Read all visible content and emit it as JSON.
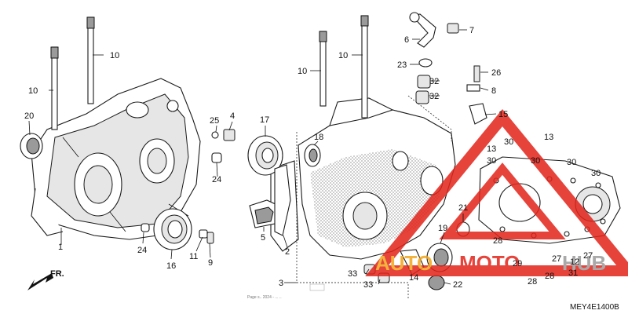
{
  "diagram": {
    "part_code": "MEY4E1400B",
    "direction_label": "FR.",
    "footnote": "Page s.. 2024 - ... ..",
    "callouts": [
      "1",
      "2",
      "3",
      "4",
      "5",
      "6",
      "7",
      "8",
      "9",
      "10",
      "10",
      "10",
      "10",
      "11",
      "12",
      "13",
      "13",
      "14",
      "15",
      "16",
      "17",
      "18",
      "19",
      "20",
      "21",
      "22",
      "23",
      "24",
      "24",
      "25",
      "26",
      "27",
      "27",
      "28",
      "28",
      "28",
      "29",
      "30",
      "30",
      "30",
      "30",
      "30",
      "31",
      "32",
      "32",
      "33",
      "33"
    ]
  },
  "watermark": {
    "brand_left": "AUTO",
    "brand_mid": "MOTO",
    "brand_right": "HUB",
    "colors": {
      "orange": "#f2a51a",
      "red": "#e2231a",
      "grey": "#9b9b9b"
    }
  }
}
